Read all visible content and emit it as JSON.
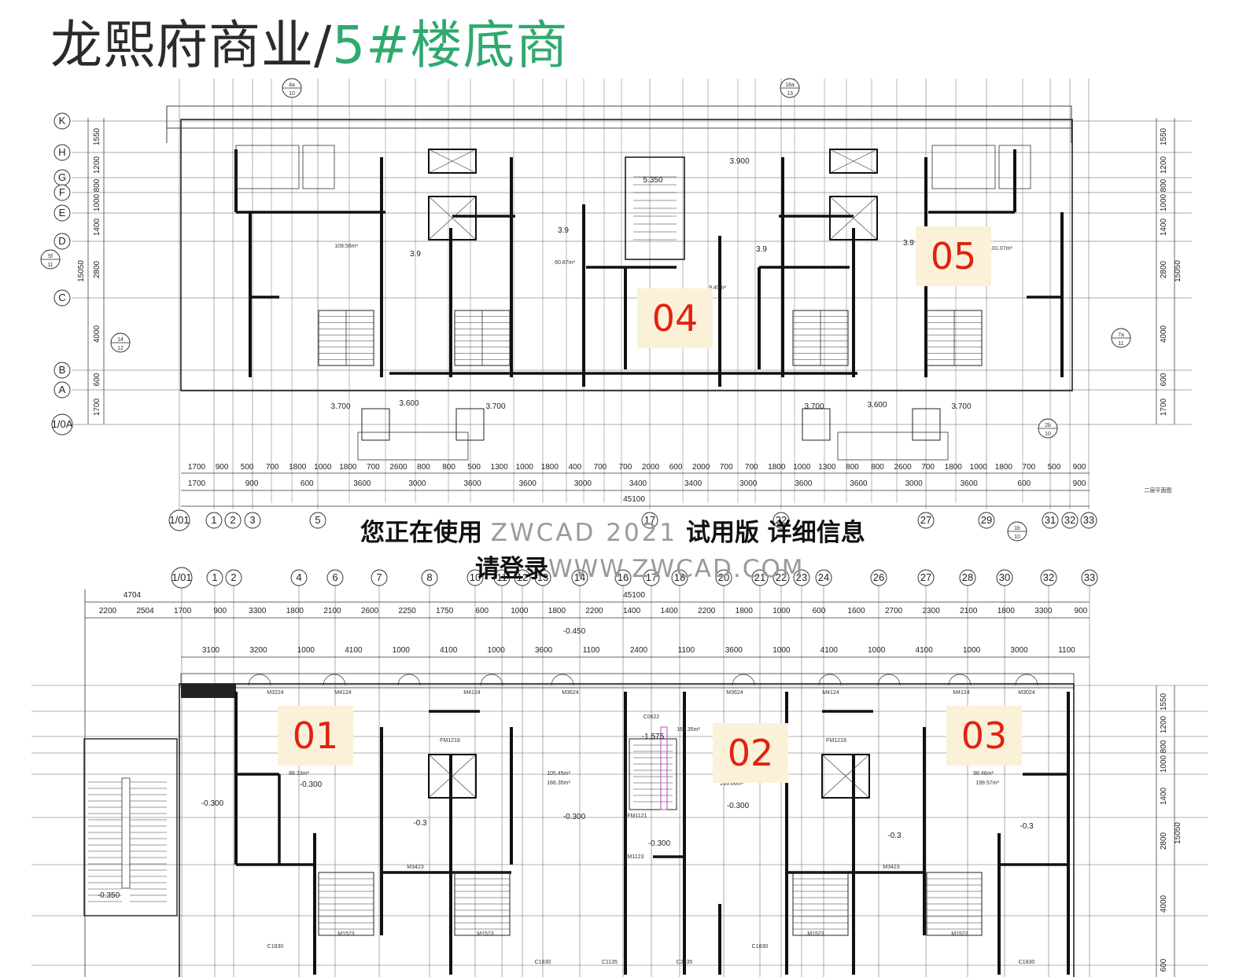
{
  "title": {
    "main": "龙熙府商业",
    "separator": "/",
    "accent": "5#楼底商",
    "main_color": "#2b2b2b",
    "accent_color": "#2eaa6e"
  },
  "units": [
    {
      "label": "05"
    },
    {
      "label": "04"
    },
    {
      "label": "01"
    },
    {
      "label": "02"
    },
    {
      "label": "03"
    }
  ],
  "watermark": {
    "line1_a": "您正在使用",
    "line1_b": "ZWCAD 2021",
    "line1_c": "试用版 详细信息",
    "line2_a": "请登录",
    "line2_b": "WWW.ZWCAD.COM"
  },
  "upper_plan": {
    "row_axes": [
      "K",
      "H",
      "G",
      "F",
      "E",
      "D",
      "C",
      "B",
      "A",
      "1/0A"
    ],
    "col_axes": [
      "1/01",
      "1",
      "2",
      "3",
      "5",
      "17",
      "22",
      "27",
      "29",
      "31",
      "32",
      "33"
    ],
    "left_dims": [
      "1550",
      "1200",
      "800",
      "1000",
      "1400",
      "2800",
      "4000",
      "600",
      "1700"
    ],
    "total_height": "15050",
    "total_width": "45100",
    "bottom_dims_row1": [
      "1700",
      "900",
      "500",
      "700",
      "1800",
      "1000",
      "1800",
      "700",
      "2600",
      "800",
      "800",
      "500",
      "1300",
      "1000",
      "1800",
      "400",
      "700",
      "700",
      "2000",
      "600",
      "2000",
      "700",
      "700",
      "1800",
      "1000",
      "1300",
      "800",
      "800",
      "2600",
      "700",
      "1800",
      "1000",
      "1800",
      "700",
      "500",
      "900"
    ],
    "bottom_dims_row2": [
      "1700",
      "900",
      "600",
      "3600",
      "3000",
      "3600",
      "3600",
      "3000",
      "3400",
      "3400",
      "3000",
      "3600",
      "3600",
      "3000",
      "3600",
      "600",
      "900"
    ],
    "room_areas": [
      "109.56m²",
      "60.87m²",
      "9.49m²",
      "101.07m²"
    ],
    "elevations": [
      "3.9",
      "3.9",
      "3.9",
      "3.900",
      "3.9",
      "5.350",
      "3.700",
      "3.600",
      "3.700",
      "3.700",
      "3.600",
      "3.700"
    ],
    "callouts": [
      "4a/10",
      "18a/13",
      "5f/11",
      "14/12",
      "7a/11",
      "2b/10",
      "1b/10"
    ],
    "sheet_title": "二层平面图"
  },
  "lower_plan": {
    "col_axes": [
      "1/01",
      "1",
      "2",
      "4",
      "6",
      "7",
      "8",
      "10",
      "11",
      "12",
      "13",
      "14",
      "16",
      "17",
      "18",
      "20",
      "21",
      "22",
      "23",
      "24",
      "26",
      "27",
      "28",
      "30",
      "32",
      "33"
    ],
    "top_dims_row1": [
      "4704"
    ],
    "top_dims_row2": [
      "2200",
      "2504",
      "1700",
      "900",
      "3300",
      "1800",
      "2100",
      "2600",
      "2250",
      "1750",
      "600",
      "1000",
      "1800",
      "2200",
      "1400",
      "1400",
      "2200",
      "1800",
      "1000",
      "600",
      "1600",
      "2700",
      "2300",
      "2100",
      "1800",
      "3300",
      "900"
    ],
    "top_dims_row3": [
      "3100",
      "3200",
      "1000",
      "4100",
      "1000",
      "4100",
      "1000",
      "3600",
      "1100",
      "2400",
      "1100",
      "3600",
      "1000",
      "4100",
      "1000",
      "4100",
      "1000",
      "3000",
      "1100"
    ],
    "total_width": "45100",
    "right_dims": [
      "1550",
      "1200",
      "800",
      "1000",
      "1400",
      "2800",
      "4000",
      "600"
    ],
    "total_height": "15050",
    "room_areas": [
      "88.33m²",
      "105.45m²",
      "166.35m²",
      "166.35m²",
      "216.66m²",
      "98.46m²",
      "199.57m²"
    ],
    "elevations": [
      "-0.450",
      "-1.575",
      "-0.300",
      "-0.300",
      "-0.300",
      "-0.3",
      "-0.300",
      "-0.3",
      "-0.300",
      "-0.3",
      "-0.350"
    ],
    "door_tags": [
      "M3224",
      "M4124",
      "M4124",
      "M3624",
      "M3624",
      "M4124",
      "M4124",
      "M3024",
      "M3423",
      "M3423",
      "M1523",
      "M1523",
      "M1523",
      "M1523",
      "C1830",
      "C1830",
      "C1135",
      "C2035",
      "C1830",
      "C1830",
      "FM1218",
      "FM1218",
      "FM1121",
      "M1123",
      "C0622"
    ]
  }
}
